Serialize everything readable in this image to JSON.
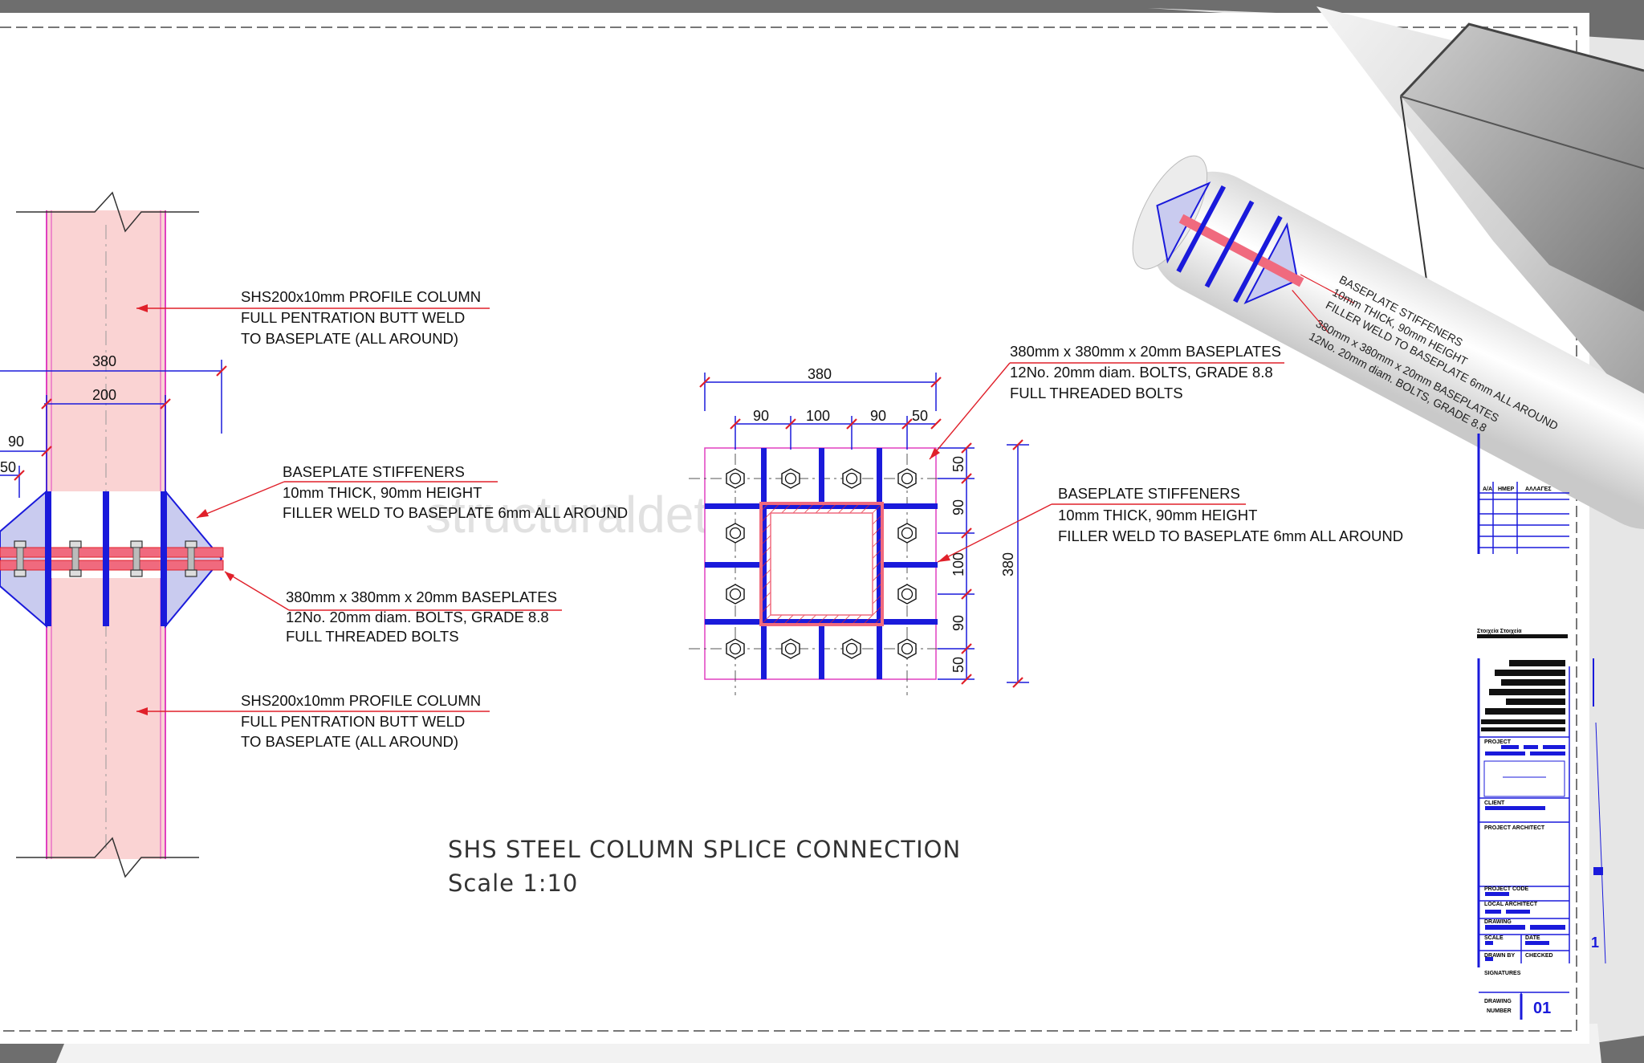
{
  "title_block": {
    "title": "SHS STEEL COLUMN SPLICE CONNECTION",
    "scale": "Scale 1:10"
  },
  "watermark": "structuraldetails",
  "elevation": {
    "dims": {
      "d380": "380",
      "d200": "200",
      "d90": "90",
      "d50": "50"
    },
    "notes": {
      "column_top": [
        "SHS200x10mm PROFILE COLUMN",
        "FULL PENTRATION BUTT WELD",
        "TO BASEPLATE (ALL AROUND)"
      ],
      "stiffeners": [
        "BASEPLATE STIFFENERS",
        "10mm THICK, 90mm HEIGHT",
        "FILLER WELD TO BASEPLATE 6mm ALL AROUND"
      ],
      "baseplate": [
        "380mm x 380mm x 20mm BASEPLATES",
        "12No. 20mm  diam.  BOLTS, GRADE 8.8",
        "FULL THREADED BOLTS"
      ],
      "column_bottom": [
        "SHS200x10mm PROFILE COLUMN",
        "FULL PENTRATION BUTT WELD",
        "TO BASEPLATE (ALL AROUND)"
      ]
    }
  },
  "plan": {
    "dims": {
      "top_total": "380",
      "top_parts": [
        "90",
        "100",
        "90",
        "50"
      ],
      "side_parts": [
        "50",
        "90",
        "100",
        "90",
        "50"
      ],
      "side_total": "380"
    },
    "notes": {
      "baseplate": [
        "380mm x 380mm x 20mm BASEPLATES",
        "12No. 20mm  diam.  BOLTS, GRADE 8.8",
        "FULL THREADED BOLTS"
      ],
      "stiffeners": [
        "BASEPLATE STIFFENERS",
        "10mm THICK, 90mm HEIGHT",
        "FILLER WELD TO BASEPLATE 6mm ALL AROUND"
      ]
    }
  },
  "roll": {
    "notes": {
      "stiffeners": [
        "BASEPLATE STIFFENERS",
        "10mm THICK, 90mm HEIGHT",
        "FILLER WELD TO BASEPLATE 6mm ALL AROUND"
      ],
      "baseplate": [
        "380mm x 380mm x 20mm BASEPLATES",
        "12No. 20mm  diam.  BOLTS, GRADE 8.8"
      ]
    }
  },
  "sheet_block": {
    "table_headers": [
      "A/A",
      "HMEP",
      "ΑΛΛΑΓΕΣ"
    ],
    "owner_label": "Στοιχεία Στοιχεία",
    "labels": [
      "PROJECT",
      "CLIENT",
      "PROJECT ARCHITECT",
      "PROJECT CODE",
      "LOCAL ARCHITECT",
      "DRAWING",
      "SCALE",
      "DATE",
      "DRAWN BY",
      "CHECKED",
      "SIGNATURES",
      "DRAWING",
      "NUMBER"
    ],
    "drawing_number": "01",
    "back_number": "1"
  },
  "colors": {
    "column_fill": "#fad3d3",
    "baseplate": "#f06a7e",
    "stiffener_fill": "#c9cbef",
    "steel_blue": "#1a1adb",
    "leader_red": "#e0202a",
    "magenta": "#e040c0"
  }
}
